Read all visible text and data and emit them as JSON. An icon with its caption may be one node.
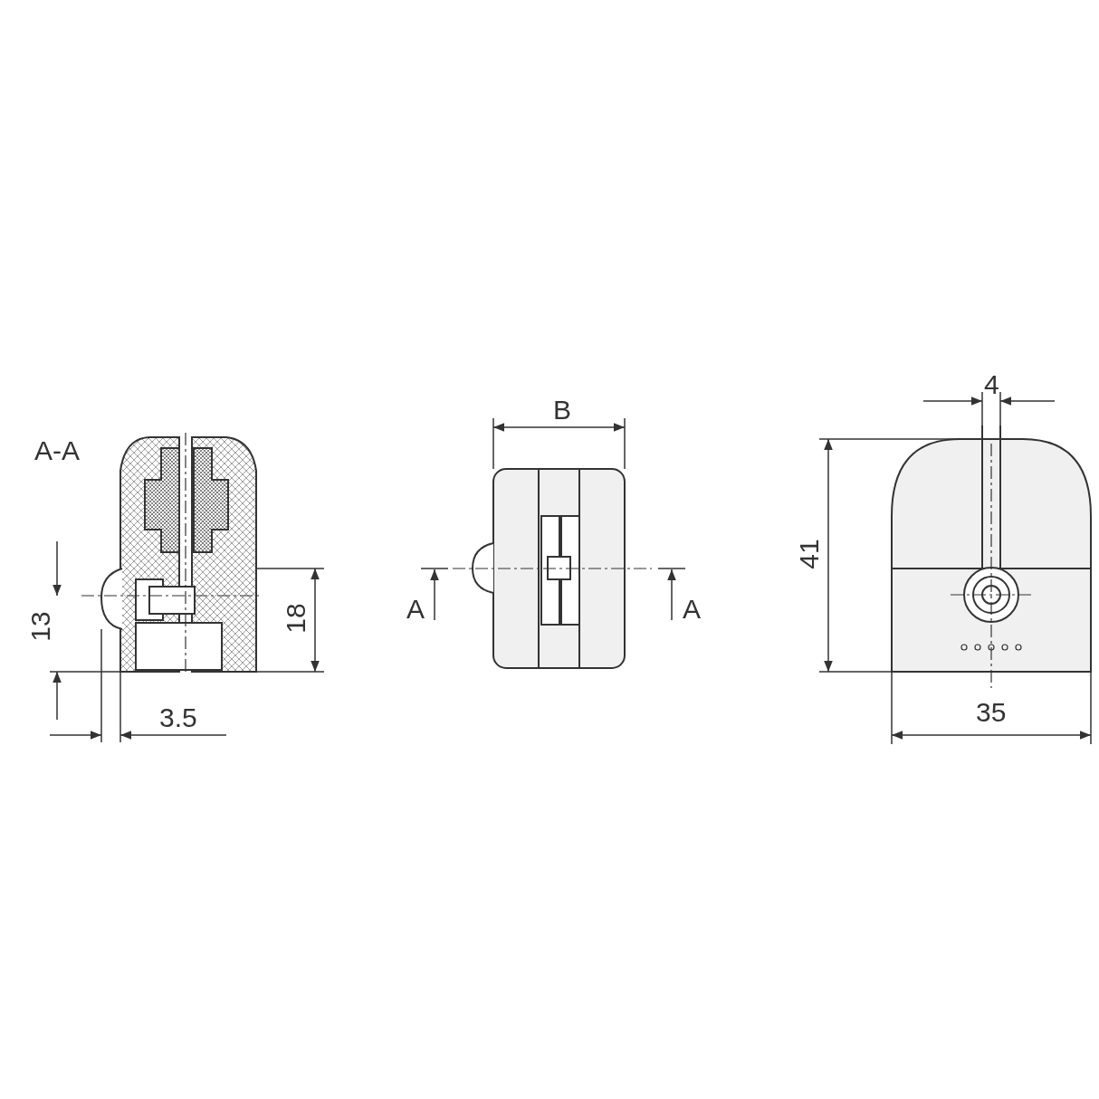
{
  "diagram": {
    "labels": [
      "A-A",
      "13",
      "18",
      "3.5",
      "B",
      "A",
      "A",
      "4",
      "41",
      "35"
    ]
  }
}
